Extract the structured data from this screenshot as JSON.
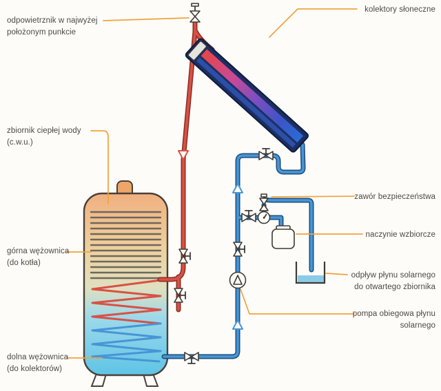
{
  "diagram": {
    "title_hint": "solar water heating installation schematic",
    "labels": {
      "air_vent": "odpowietrznik w najwyżej\npołożonym punkcie",
      "collectors": "kolektory słoneczne",
      "tank": "zbiornik ciepłej wody\n(c.w.u.)",
      "upper_coil": "górna wężownica\n(do kotła)",
      "lower_coil": "dolna wężownica\n(do kolektorów)",
      "safety_valve": "zawór bezpieczeństwa",
      "expansion_vessel": "naczynie wzbiorcze",
      "drain": "odpływ płynu solarnego\ndo otwartego zbiornika",
      "pump": "pompa obiegowa płynu\nsolarnego"
    },
    "colors": {
      "hot": "#d85145",
      "hot_dark": "#8e2f26",
      "cold": "#4795d6",
      "cold_dark": "#1e4f7d",
      "leader": "#f0a23c"
    }
  }
}
